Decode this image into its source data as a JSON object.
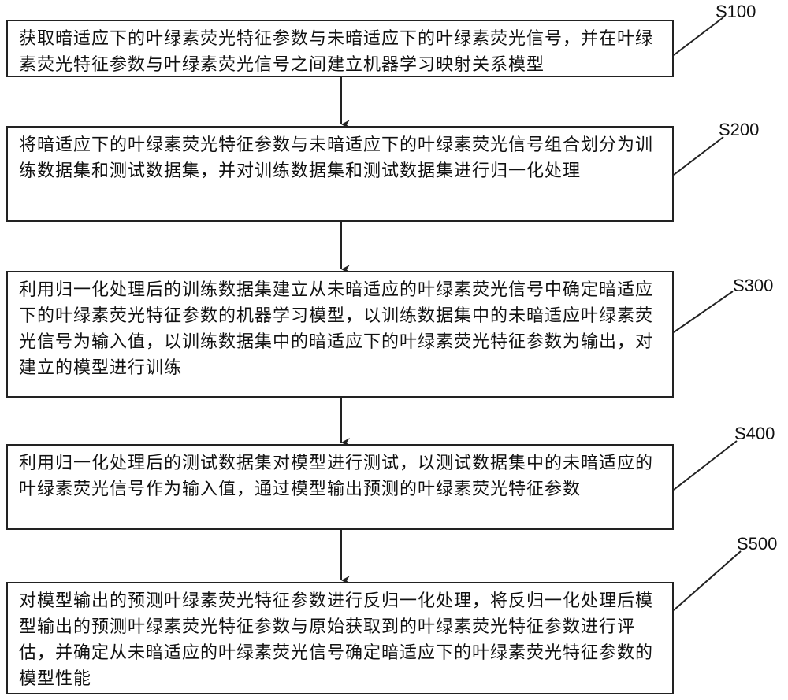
{
  "steps": [
    {
      "label": "S100",
      "text": "获取暗适应下的叶绿素荧光特征参数与未暗适应下的叶绿素荧光信号，并在叶绿素荧光特征参数与叶绿素荧光信号之间建立机器学习映射关系模型"
    },
    {
      "label": "S200",
      "text": "将暗适应下的叶绿素荧光特征参数与未暗适应下的叶绿素荧光信号组合划分为训练数据集和测试数据集，并对训练数据集和测试数据集进行归一化处理"
    },
    {
      "label": "S300",
      "text": "利用归一化处理后的训练数据集建立从未暗适应的叶绿素荧光信号中确定暗适应下的叶绿素荧光特征参数的机器学习模型，以训练数据集中的未暗适应叶绿素荧光信号为输入值，以训练数据集中的暗适应下的叶绿素荧光特征参数为输出，对建立的模型进行训练"
    },
    {
      "label": "S400",
      "text": "利用归一化处理后的测试数据集对模型进行测试，以测试数据集中的未暗适应的叶绿素荧光信号作为输入值，通过模型输出预测的叶绿素荧光特征参数"
    },
    {
      "label": "S500",
      "text": "对模型输出的预测叶绿素荧光特征参数进行反归一化处理，将反归一化处理后模型输出的预测叶绿素荧光特征参数与原始获取到的叶绿素荧光特征参数进行评估，并确定从未暗适应的叶绿素荧光信号确定暗适应下的叶绿素荧光特征参数的模型性能"
    }
  ]
}
